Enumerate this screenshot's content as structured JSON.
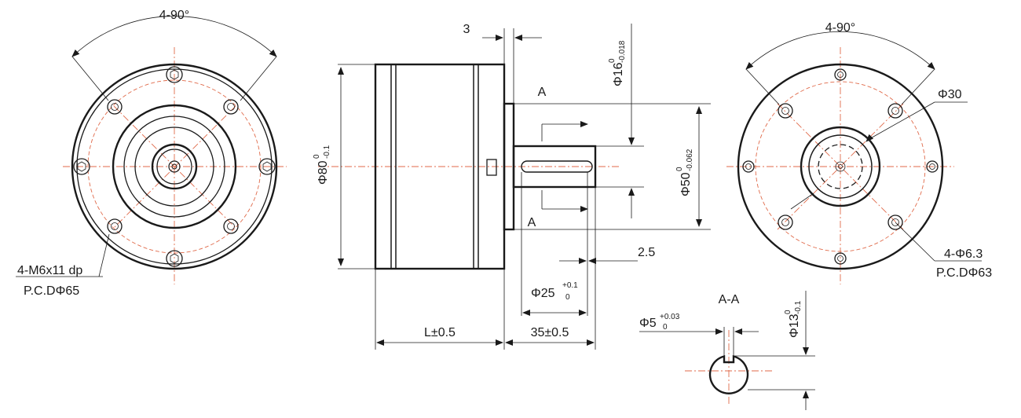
{
  "colors": {
    "line": "#1a1a1a",
    "centerline": "#e06a4a",
    "background": "#ffffff"
  },
  "left_view": {
    "angle_label": "4-90°",
    "thread_label": "4-M6x11 dp",
    "pcd_label": "P.C.DΦ65"
  },
  "side_view": {
    "flange_thickness": "3",
    "shaft_dia_main": "Φ16",
    "shaft_dia_upper": "0",
    "shaft_dia_lower": "-0.018",
    "body_dia_main": "Φ80",
    "body_dia_upper": "0",
    "body_dia_lower": "-0.1",
    "pilot_dia_main": "Φ50",
    "pilot_dia_upper": "0",
    "pilot_dia_lower": "-0.062",
    "section_mark_top": "A",
    "section_mark_bottom": "A",
    "shoulder_length": "2.5",
    "key_length_main": "Φ25",
    "key_length_upper": "+0.1",
    "key_length_lower": "0",
    "body_length": "L±0.5",
    "shaft_length": "35±0.5"
  },
  "section_view": {
    "title": "A-A",
    "key_width_main": "Φ5",
    "key_width_upper": "+0.03",
    "key_width_lower": "0",
    "key_height_main": "Φ13",
    "key_height_upper": "0",
    "key_height_lower": "-0.1"
  },
  "right_view": {
    "angle_label": "4-90°",
    "bore_label": "Φ30",
    "holes_label": "4-Φ6.3",
    "pcd_label": "P.C.DΦ63"
  }
}
